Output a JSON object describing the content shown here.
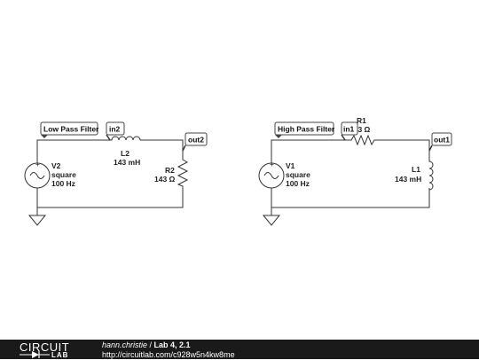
{
  "left_circuit": {
    "filter_tag": "Low Pass Filter",
    "in_tag": "in2",
    "out_tag": "out2",
    "source": {
      "name": "V2",
      "type": "square",
      "freq": "100 Hz"
    },
    "series": {
      "name": "L2",
      "value": "143 mH"
    },
    "shunt": {
      "name": "R2",
      "value": "143 Ω"
    }
  },
  "right_circuit": {
    "filter_tag": "High Pass Filter",
    "in_tag": "in1",
    "out_tag": "out1",
    "source": {
      "name": "V1",
      "type": "square",
      "freq": "100 Hz"
    },
    "series": {
      "name": "R1",
      "value": "143 Ω"
    },
    "shunt": {
      "name": "L1",
      "value": "143 mH"
    }
  },
  "footer": {
    "logo_top": "CIRCUIT",
    "logo_bottom": "LAB",
    "user": "hann.christie",
    "separator": " / ",
    "title": "Lab 4, 2.1",
    "url": "http://circuitlab.com/c928w5n4kw8me"
  },
  "colors": {
    "wire": "#333333",
    "footer_bg": "#1a1a1a",
    "footer_text": "#ffffff"
  }
}
